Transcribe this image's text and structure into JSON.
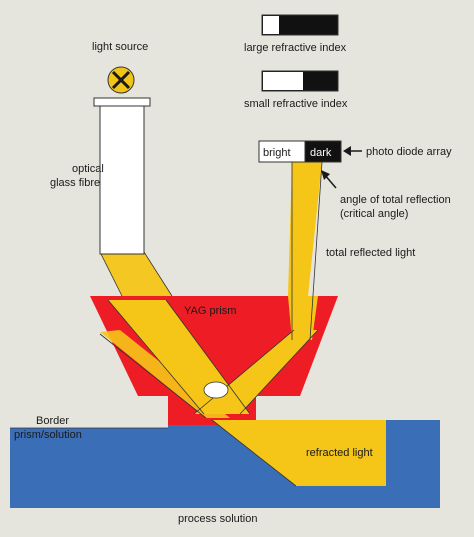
{
  "labels": {
    "light_source": "light source",
    "optical_line1": "optical",
    "optical_line2": "glass fibre",
    "large_refractive_index": "large refractive index",
    "small_refractive_index": "small refractive index",
    "bright": "bright",
    "dark": "dark",
    "photo_diode_array": "photo diode array",
    "angle_line1": "angle of total reflection",
    "angle_line2": "(critical angle)",
    "total_reflected_light": "total reflected light",
    "yag_prism": "YAG prism",
    "border_line1": "Border",
    "border_line2": "prism/solution",
    "refracted_light": "refracted light",
    "process_solution": "process solution"
  },
  "colors": {
    "background": "#e6e5dd",
    "prism": "#ee1c24",
    "light_beam": "#f5c518",
    "solution": "#3a6fb8",
    "bright_cell": "#ffffff",
    "dark_cell": "#111111",
    "lamp": "#f0c419"
  },
  "icons": {
    "lamp": "lamp-cross-icon",
    "arrow": "arrow-left-icon"
  }
}
